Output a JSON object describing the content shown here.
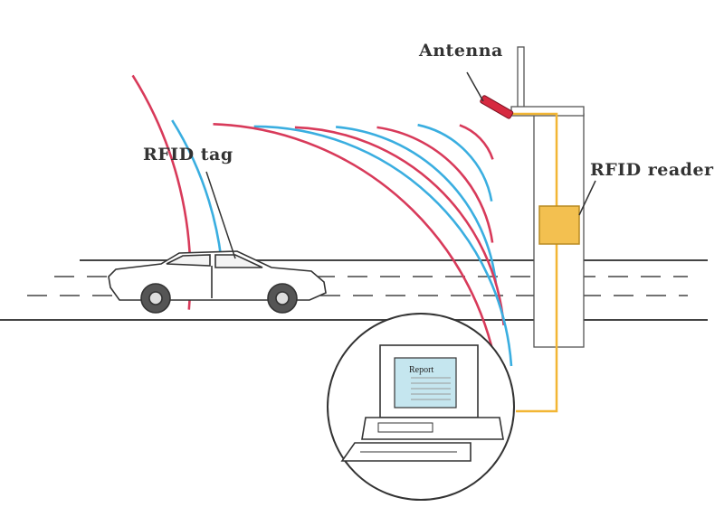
{
  "labels": {
    "antenna": "Antenna",
    "rfid_tag": "RFID tag",
    "rfid_reader": "RFID reader"
  },
  "screen": {
    "report_text": "Report"
  },
  "colors": {
    "wave_blue": "#3aaee0",
    "wave_red": "#d83a5a",
    "cable": "#f2b634",
    "reader_box": "#f3c050",
    "antenna": "#d62a40",
    "line": "#333333",
    "screen": "#c5e6ef"
  },
  "icons": [
    "car-icon",
    "computer-icon",
    "antenna-icon",
    "reader-icon"
  ]
}
